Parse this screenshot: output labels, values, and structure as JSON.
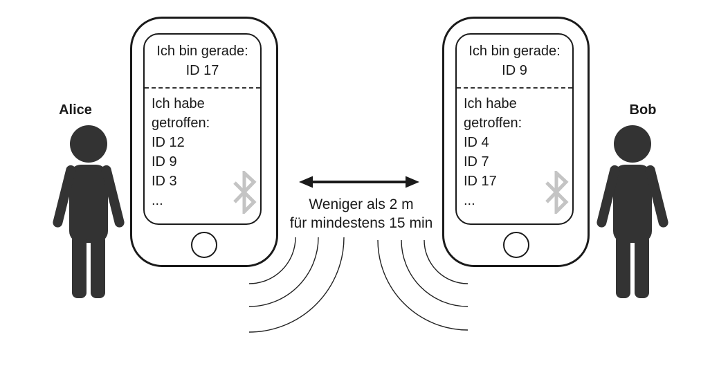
{
  "diagram": {
    "title_present": false,
    "left_person": {
      "name": "Alice"
    },
    "right_person": {
      "name": "Bob"
    },
    "left_phone": {
      "current_label": "Ich bin gerade:",
      "current_id": "ID 17",
      "met_label": "Ich habe getroffen:",
      "met_ids": [
        "ID 12",
        "ID 9",
        "ID 3",
        "..."
      ]
    },
    "right_phone": {
      "current_label": "Ich bin gerade:",
      "current_id": "ID 9",
      "met_label": "Ich habe getroffen:",
      "met_ids": [
        "ID 4",
        "ID 7",
        "ID 17",
        "..."
      ]
    },
    "proximity": {
      "line1": "Weniger als 2 m",
      "line2": "für mindestens 15 min"
    },
    "icons": {
      "left_phone_icon": "bluetooth-icon",
      "right_phone_icon": "bluetooth-icon"
    },
    "colors": {
      "ink": "#1a1a1a",
      "person": "#333333",
      "bluetooth_gray": "#c4c4c4",
      "background": "#ffffff"
    }
  }
}
